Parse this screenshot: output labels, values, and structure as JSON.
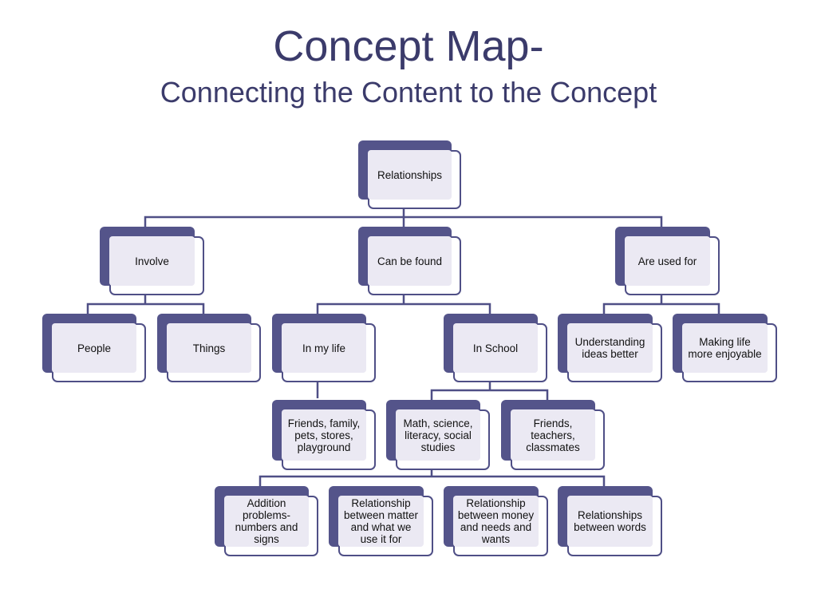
{
  "slide": {
    "title": "Concept Map-",
    "subtitle": "Connecting the Content to the Concept"
  },
  "colors": {
    "title": "#3b3b6b",
    "node_dark": "#54548a",
    "node_fill": "#ebe9f3",
    "connector": "#4f4f86"
  },
  "nodes": {
    "relationships": "Relationships",
    "involve": "Involve",
    "can_be_found": "Can be found",
    "are_used_for": "Are used for",
    "people": "People",
    "things": "Things",
    "in_my_life": "In my life",
    "in_school": "In School",
    "understanding": "Understanding ideas better",
    "making_life": "Making life more enjoyable",
    "friends_family": "Friends, family, pets, stores, playground",
    "math_science": "Math, science, literacy, social studies",
    "friends_teachers": "Friends, teachers, classmates",
    "addition": "Addition problems- numbers and signs",
    "matter": "Relationship between matter and what we use it for",
    "money": "Relationship between money and needs and wants",
    "words": "Relationships between words"
  }
}
